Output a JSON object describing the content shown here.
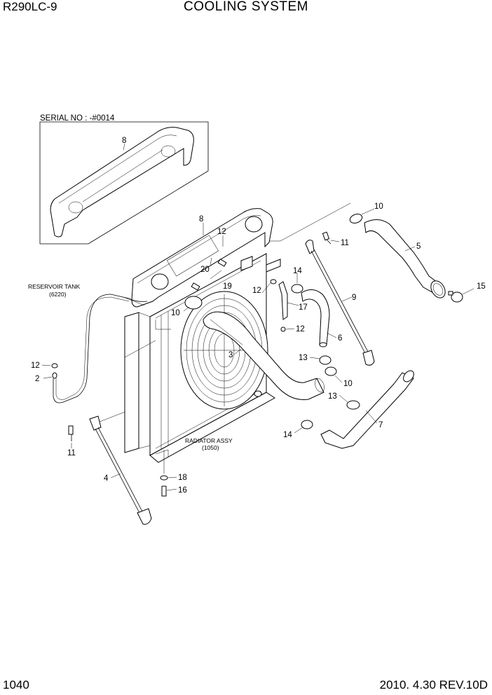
{
  "header": {
    "model": "R290LC-9",
    "title": "COOLING SYSTEM"
  },
  "footer": {
    "page_number": "1040",
    "revision": "2010. 4.30  REV.10D"
  },
  "inset": {
    "serial_label": "SERIAL NO : -#0014",
    "callout": "8"
  },
  "notes": {
    "reservoir_tank": "RESERVOIR TANK",
    "reservoir_tank_code": "(6220)",
    "radiator_assy": "RADIATOR ASSY",
    "radiator_assy_code": "(1050)"
  },
  "callouts": {
    "c8_top": "8",
    "c12_top": "12",
    "c20": "20",
    "c19": "19",
    "c10_top": "10",
    "c11_top": "11",
    "c5": "5",
    "c15": "15",
    "c14_top": "14",
    "c12_mid": "12",
    "c17": "17",
    "c9": "9",
    "c10_left": "10",
    "c12_hose": "12",
    "c6": "6",
    "c3": "3",
    "c13_mid": "13",
    "c10_mid": "10",
    "c13_low": "13",
    "c7": "7",
    "c14_low": "14",
    "c12_left": "12",
    "c2": "2",
    "c11_left": "11",
    "c4": "4",
    "c18": "18",
    "c16": "16"
  }
}
